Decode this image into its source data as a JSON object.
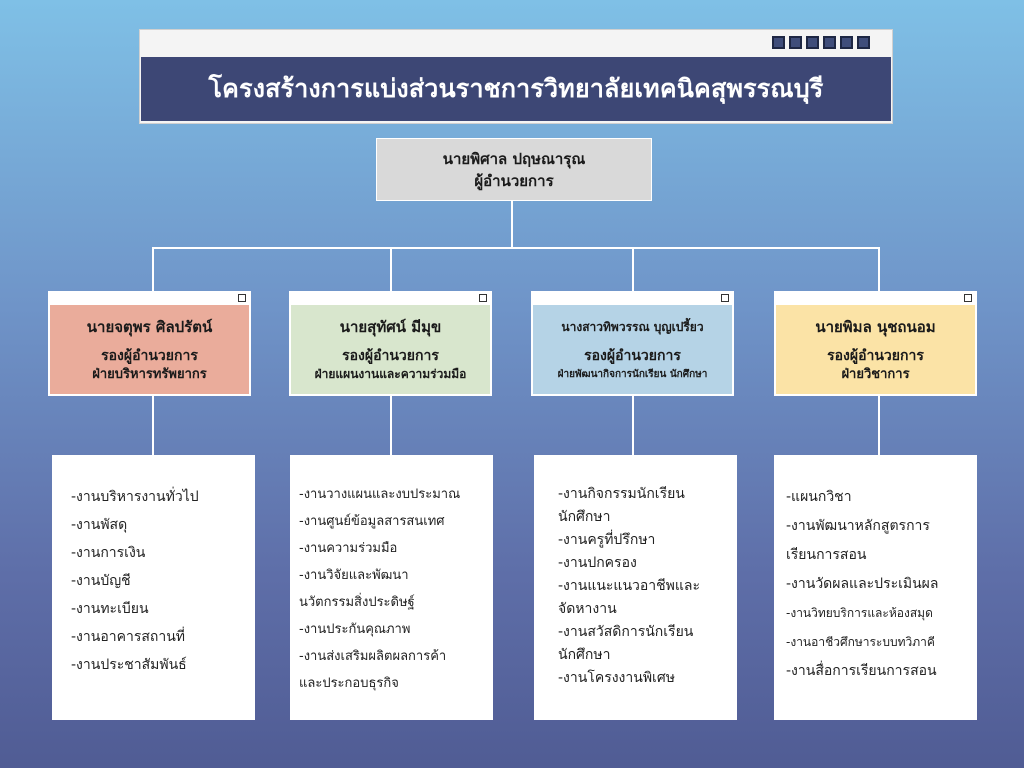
{
  "title": "โครงสร้างการแบ่งส่วนราชการวิทยาลัยเทคนิคสุพรรณบุรี",
  "director": {
    "name": "นายพิศาล ปฤษณารุณ",
    "position": "ผู้อำนวยการ"
  },
  "deputies": [
    {
      "name": "นายจตุพร ศิลปรัตน์",
      "role": "รองผู้อำนวยการ",
      "department": "ฝ่ายบริหารทรัพยากร",
      "color": "#eaac9b",
      "duties": [
        "-งานบริหารงานทั่วไป",
        "-งานพัสดุ",
        "-งานการเงิน",
        "-งานบัญชี",
        "-งานทะเบียน",
        "-งานอาคารสถานที่",
        "-งานประชาสัมพันธ์"
      ]
    },
    {
      "name": "นายสุทัศน์ มีมุข",
      "role": "รองผู้อำนวยการ",
      "department": "ฝ่ายแผนงานและความร่วมมือ",
      "color": "#d8e6cd",
      "duties": [
        "-งานวางแผนและงบประมาณ",
        "-งานศูนย์ข้อมูลสารสนเทศ",
        "-งานความร่วมมือ",
        "-งานวิจัยและพัฒนา",
        "นวัตกรรมสิ่งประดิษฐ์",
        "-งานประกันคุณภาพ",
        "-งานส่งเสริมผลิตผลการค้า",
        "และประกอบธุรกิจ"
      ]
    },
    {
      "name": "นางสาวทิพวรรณ บุญเปรี้ยว",
      "role": "รองผู้อำนวยการ",
      "department": "ฝ่ายพัฒนากิจการนักเรียน นักศึกษา",
      "color": "#b5d3e6",
      "duties": [
        "-งานกิจกรรมนักเรียน",
        "นักศึกษา",
        "-งานครูที่ปรึกษา",
        "-งานปกครอง",
        "-งานแนะแนวอาชีพและ",
        "จัดหางาน",
        "-งานสวัสดิการนักเรียน",
        "นักศึกษา",
        "-งานโครงงานพิเศษ"
      ]
    },
    {
      "name": "นายพิมล นุชถนอม",
      "role": "รองผู้อำนวยการ",
      "department": "ฝ่ายวิชาการ",
      "color": "#fbe3a6",
      "duties": [
        "-แผนกวิชา",
        "-งานพัฒนาหลักสูตรการ",
        "เรียนการสอน",
        "-งานวัดผลและประเมินผล",
        "-งานวิทยบริการและห้องสมุด",
        "-งานอาชีวศึกษาระบบทวิภาคี",
        "-งานสื่อการเรียนการสอน"
      ]
    }
  ]
}
